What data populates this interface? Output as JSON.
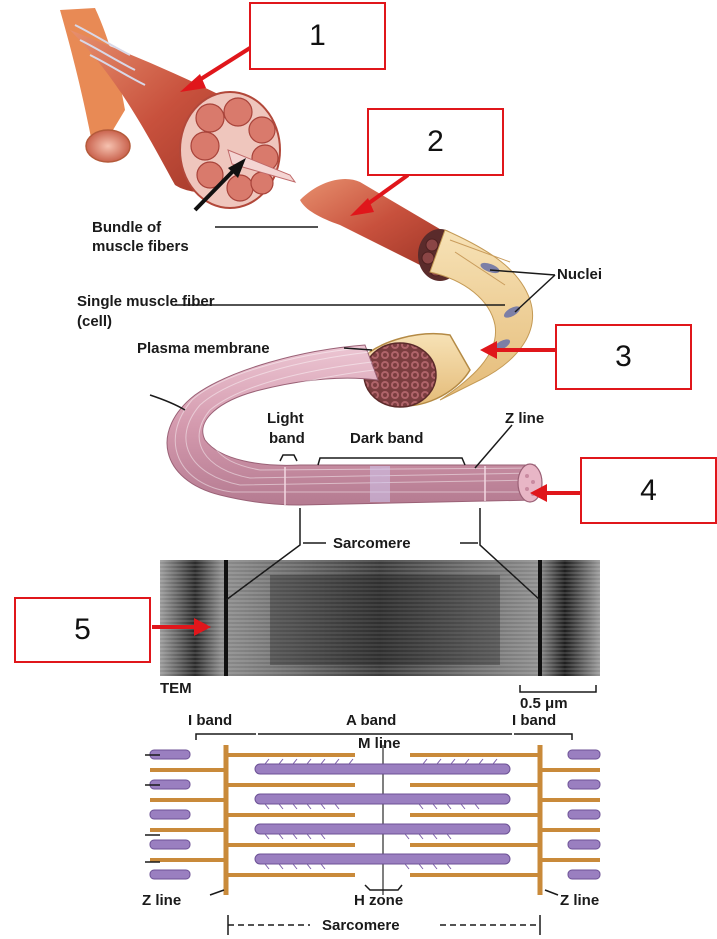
{
  "callouts": [
    "1",
    "2",
    "3",
    "4",
    "5"
  ],
  "labels": {
    "bundle_line1": "Bundle of",
    "bundle_line2": "muscle fibers",
    "nuclei": "Nuclei",
    "single_fiber_line1": "Single muscle fiber",
    "single_fiber_line2": "(cell)",
    "plasma_membrane": "Plasma membrane",
    "light_band_line1": "Light",
    "light_band_line2": "band",
    "dark_band": "Dark band",
    "z_line_top": "Z line",
    "sarcomere_top": "Sarcomere",
    "tem": "TEM",
    "scale": "0.5 μm",
    "i_band_left": "I band",
    "a_band": "A band",
    "i_band_right": "I band",
    "m_line": "M line",
    "z_line_left": "Z line",
    "h_zone": "H zone",
    "z_line_right": "Z line",
    "sarcomere_bottom": "Sarcomere"
  },
  "colors": {
    "callout_red": "#e0161b",
    "muscle_red": "#c8513d",
    "fiber_tan": "#f2d29a",
    "myofibril_pink": "#d9a3b4",
    "thick_filament_purple": "#9a7fc0",
    "thin_filament_brown": "#c98a3a"
  }
}
